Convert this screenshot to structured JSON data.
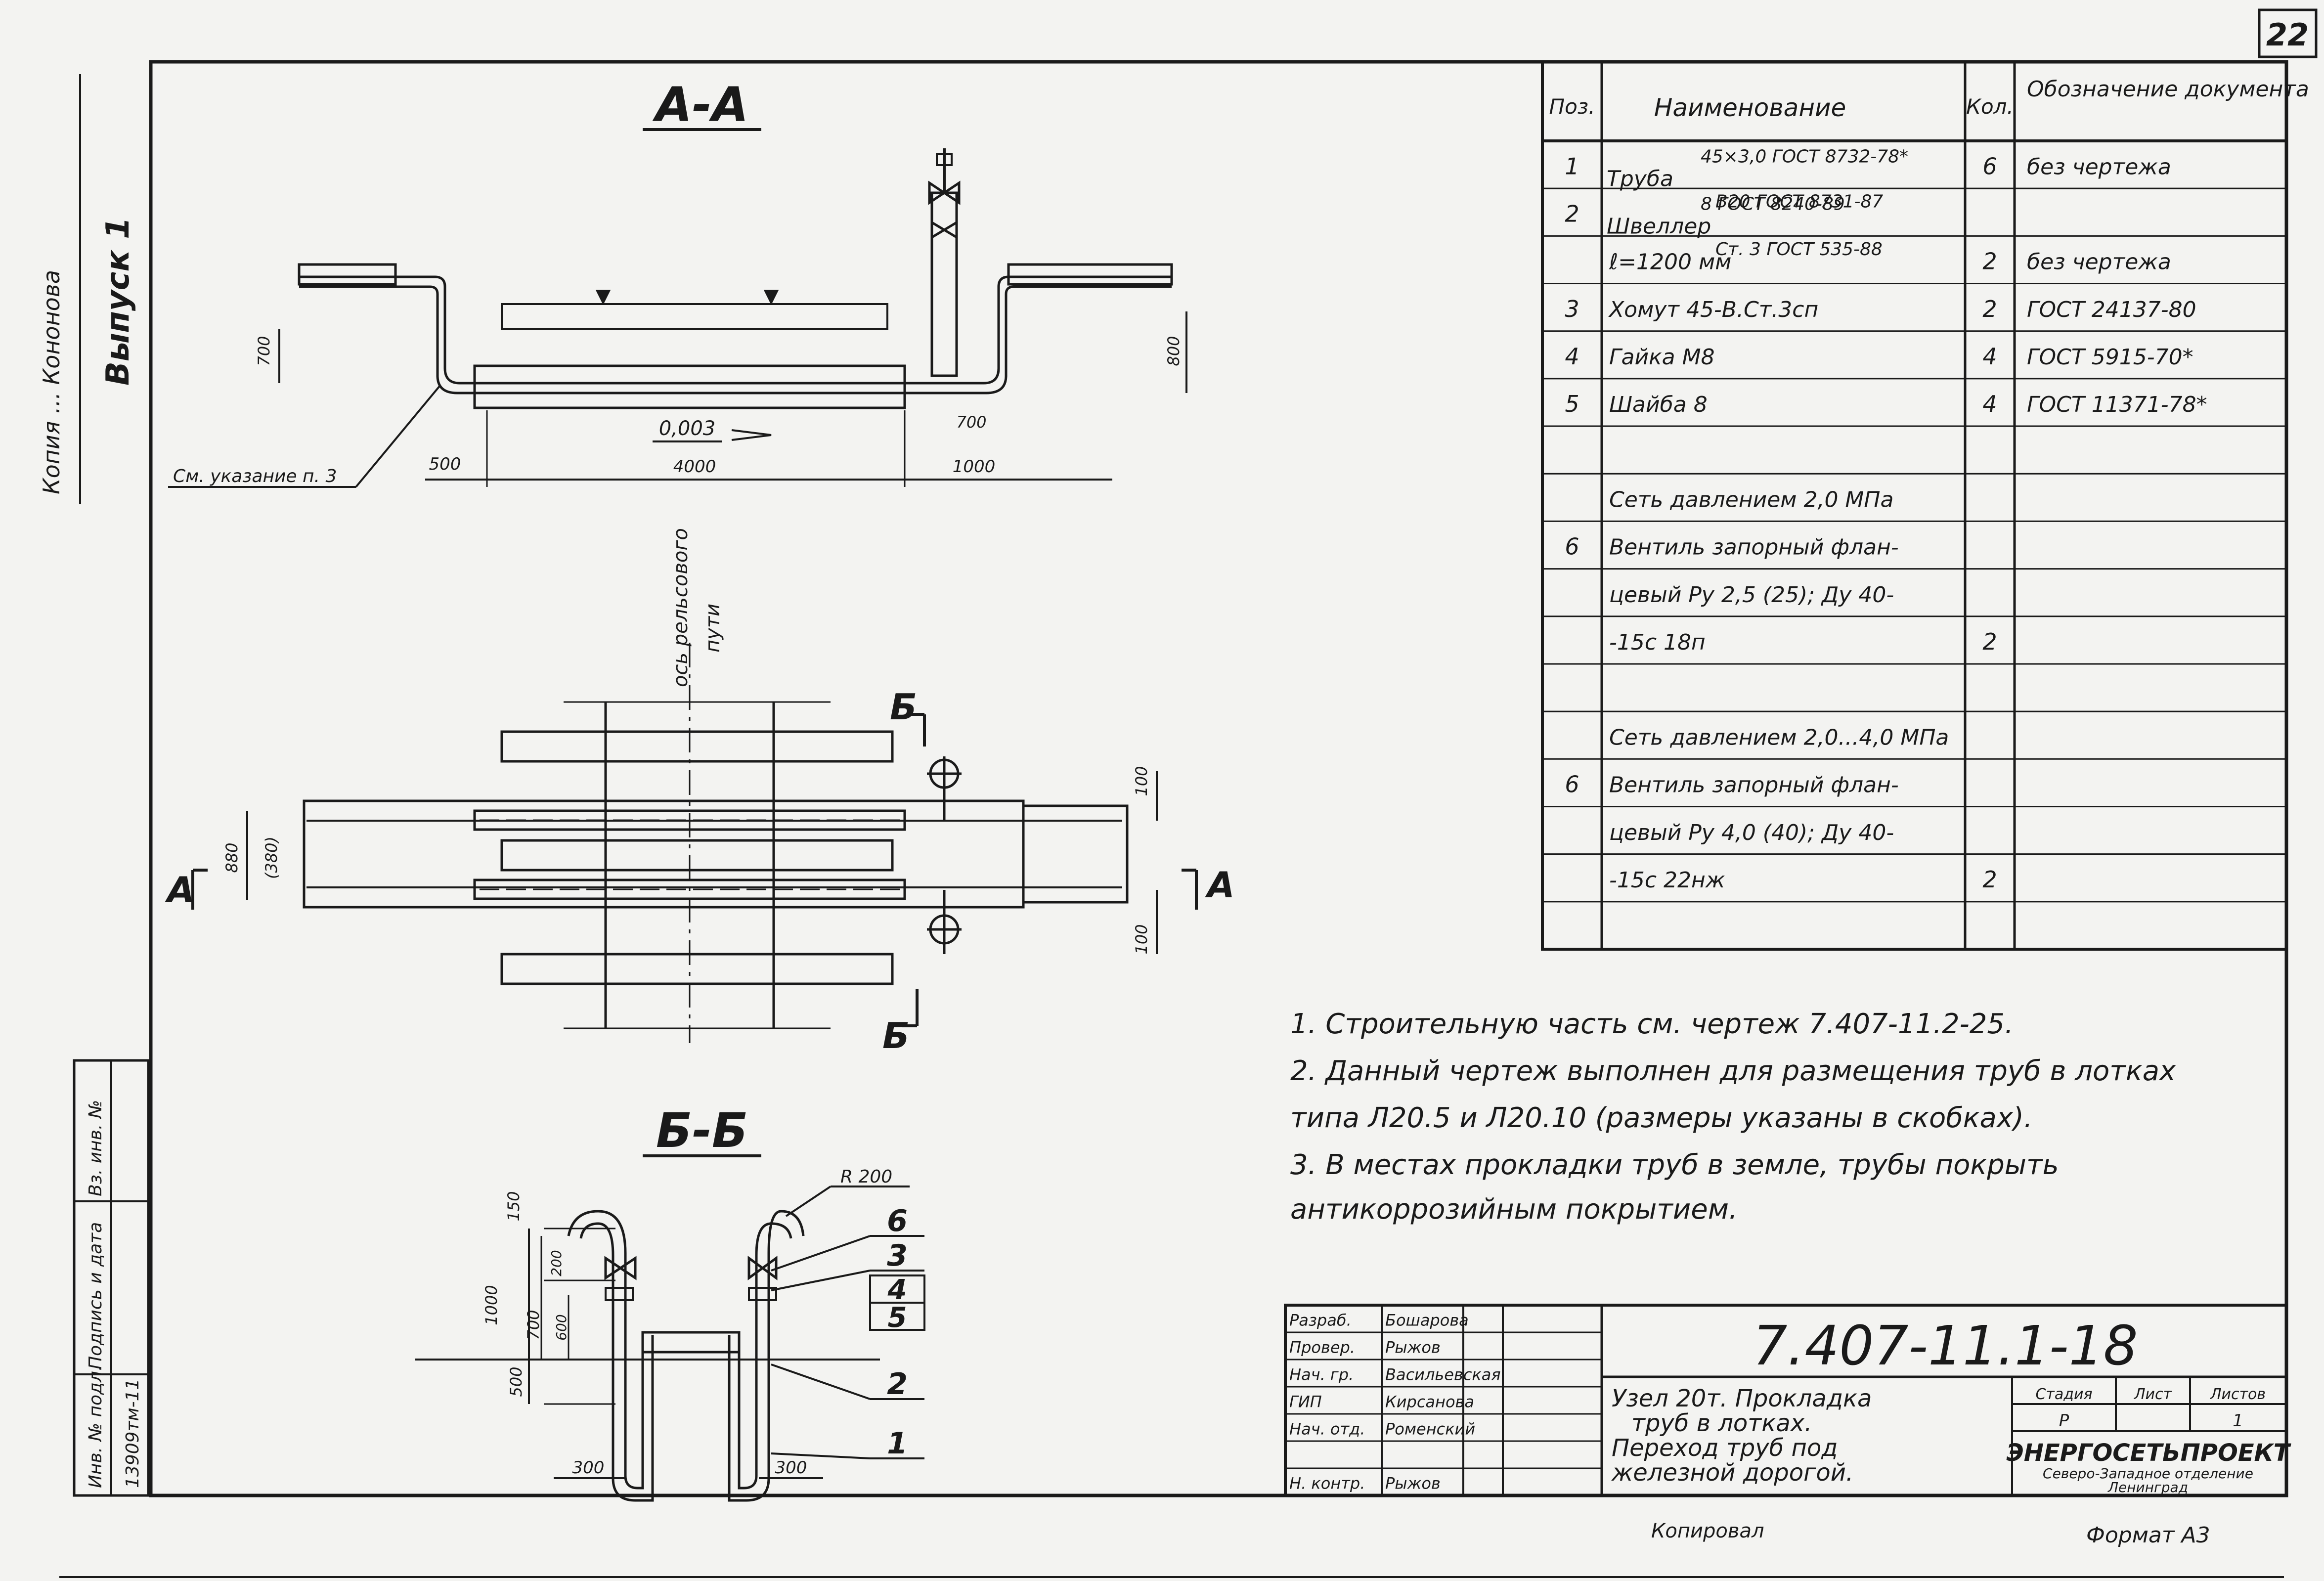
{
  "sheet_number": "22",
  "left_margin": {
    "line1": "Копия ... Кононова",
    "line2": "Выпуск 1",
    "stamp": [
      "Инв. № подл.",
      "Подпись и дата",
      "Вз. инв. №"
    ],
    "stamp_value": "13909тм-11"
  },
  "views": {
    "aa": {
      "title": "А-А",
      "dims": [
        "700",
        "800",
        "500",
        "4000",
        "1000",
        "700"
      ],
      "slope": "0,003",
      "note": "См. указание п. 3"
    },
    "plan": {
      "axis_label": [
        "ось рельсового",
        "пути"
      ],
      "cut_a_left": "А",
      "cut_a_right": "А",
      "cut_b_top": "Б",
      "cut_b_bottom": "Б",
      "dims": [
        "880",
        "(380)",
        "100",
        "100"
      ]
    },
    "bb": {
      "title": "Б-Б",
      "radius": "R 200",
      "dims": [
        "150",
        "1000",
        "200",
        "700",
        "600",
        "500",
        "300",
        "300"
      ],
      "callouts": [
        "6",
        "3",
        "4",
        "5",
        "2",
        "1"
      ]
    }
  },
  "spec_table": {
    "headers": [
      "Поз.",
      "Наименование",
      "Кол.",
      "Обозначение документа"
    ],
    "rows": [
      {
        "pos": "1",
        "name": "Труба",
        "name2": "45×3,0 ГОСТ 8732-78*",
        "name3": "В20 ГОСТ 8731-87",
        "qty": "6",
        "doc": "без чертежа"
      },
      {
        "pos": "2",
        "name": "Швеллер",
        "name2": "8 ГОСТ 8240-89",
        "name3": "Ст. 3 ГОСТ 535-88",
        "qty": "",
        "doc": ""
      },
      {
        "pos": "",
        "name": "ℓ=1200 мм",
        "qty": "2",
        "doc": "без чертежа"
      },
      {
        "pos": "3",
        "name": "Хомут 45-В.Ст.3сп",
        "qty": "2",
        "doc": "ГОСТ 24137-80"
      },
      {
        "pos": "4",
        "name": "Гайка М8",
        "qty": "4",
        "doc": "ГОСТ 5915-70*"
      },
      {
        "pos": "5",
        "name": "Шайба 8",
        "qty": "4",
        "doc": "ГОСТ 11371-78*"
      },
      {
        "pos": "",
        "name": "",
        "qty": "",
        "doc": ""
      },
      {
        "pos": "",
        "name": "Сеть давлением 2,0 МПа",
        "qty": "",
        "doc": ""
      },
      {
        "pos": "6",
        "name": "Вентиль запорный флан-",
        "qty": "",
        "doc": ""
      },
      {
        "pos": "",
        "name": "цевый Ру 2,5 (25); Ду 40-",
        "qty": "",
        "doc": ""
      },
      {
        "pos": "",
        "name": "-15с 18п",
        "qty": "2",
        "doc": ""
      },
      {
        "pos": "",
        "name": "",
        "qty": "",
        "doc": ""
      },
      {
        "pos": "",
        "name": "Сеть давлением 2,0...4,0 МПа",
        "qty": "",
        "doc": ""
      },
      {
        "pos": "6",
        "name": "Вентиль запорный флан-",
        "qty": "",
        "doc": ""
      },
      {
        "pos": "",
        "name": "цевый Ру 4,0 (40); Ду 40-",
        "qty": "",
        "doc": ""
      },
      {
        "pos": "",
        "name": "-15с 22нж",
        "qty": "2",
        "doc": ""
      },
      {
        "pos": "",
        "name": "",
        "qty": "",
        "doc": ""
      }
    ]
  },
  "notes": [
    "1. Строительную часть см. чертеж 7.407-11.2-25.",
    "2. Данный чертеж выполнен для размещения труб в лотках",
    "типа Л20.5 и Л20.10 (размеры указаны в скобках).",
    "3. В местах прокладки труб в земле, трубы покрыть",
    "антикоррозийным    покрытием."
  ],
  "title_block": {
    "code": "7.407-11.1-18",
    "title": [
      "Узел 20т. Прокладка",
      "труб в лотках.",
      "Переход труб под",
      "железной  дорогой."
    ],
    "roles": [
      "Разраб.",
      "Провер.",
      "Нач. гр.",
      "ГИП",
      "Нач. отд.",
      "",
      "Н. контр."
    ],
    "names": [
      "Бошарова",
      "Рыжов",
      "Васильевская",
      "Кирсанова",
      "Роменский",
      "",
      "Рыжов"
    ],
    "stage_headers": [
      "Стадия",
      "Лист",
      "Листов"
    ],
    "stage_values": [
      "Р",
      "",
      "1"
    ],
    "org": "ЭНЕРГОСЕТЬПРОЕКТ",
    "org_sub": [
      "Северо-Западное отделение",
      "Ленинград"
    ]
  },
  "footer": {
    "copied": "Копировал",
    "format": "Формат А3"
  }
}
